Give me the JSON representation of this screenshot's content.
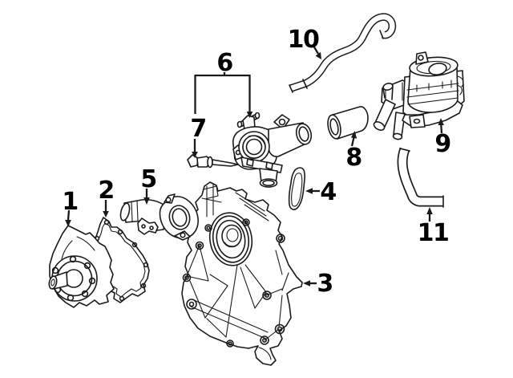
{
  "diagram": {
    "type": "exploded-parts-diagram",
    "background_color": "#ffffff",
    "line_color": "#1a1a1a",
    "label_color": "#000000",
    "callouts": [
      {
        "number": "1",
        "part": "water-pump"
      },
      {
        "number": "2",
        "part": "water-pump-gasket"
      },
      {
        "number": "3",
        "part": "timing-cover"
      },
      {
        "number": "4",
        "part": "outlet-seal"
      },
      {
        "number": "5",
        "part": "water-inlet-pipe"
      },
      {
        "number": "6",
        "part": "thermostat-housing"
      },
      {
        "number": "7",
        "part": "temperature-sensor"
      },
      {
        "number": "8",
        "part": "connector-hose"
      },
      {
        "number": "9",
        "part": "secondary-air-pump"
      },
      {
        "number": "10",
        "part": "upper-hose"
      },
      {
        "number": "11",
        "part": "lower-hose"
      }
    ]
  }
}
